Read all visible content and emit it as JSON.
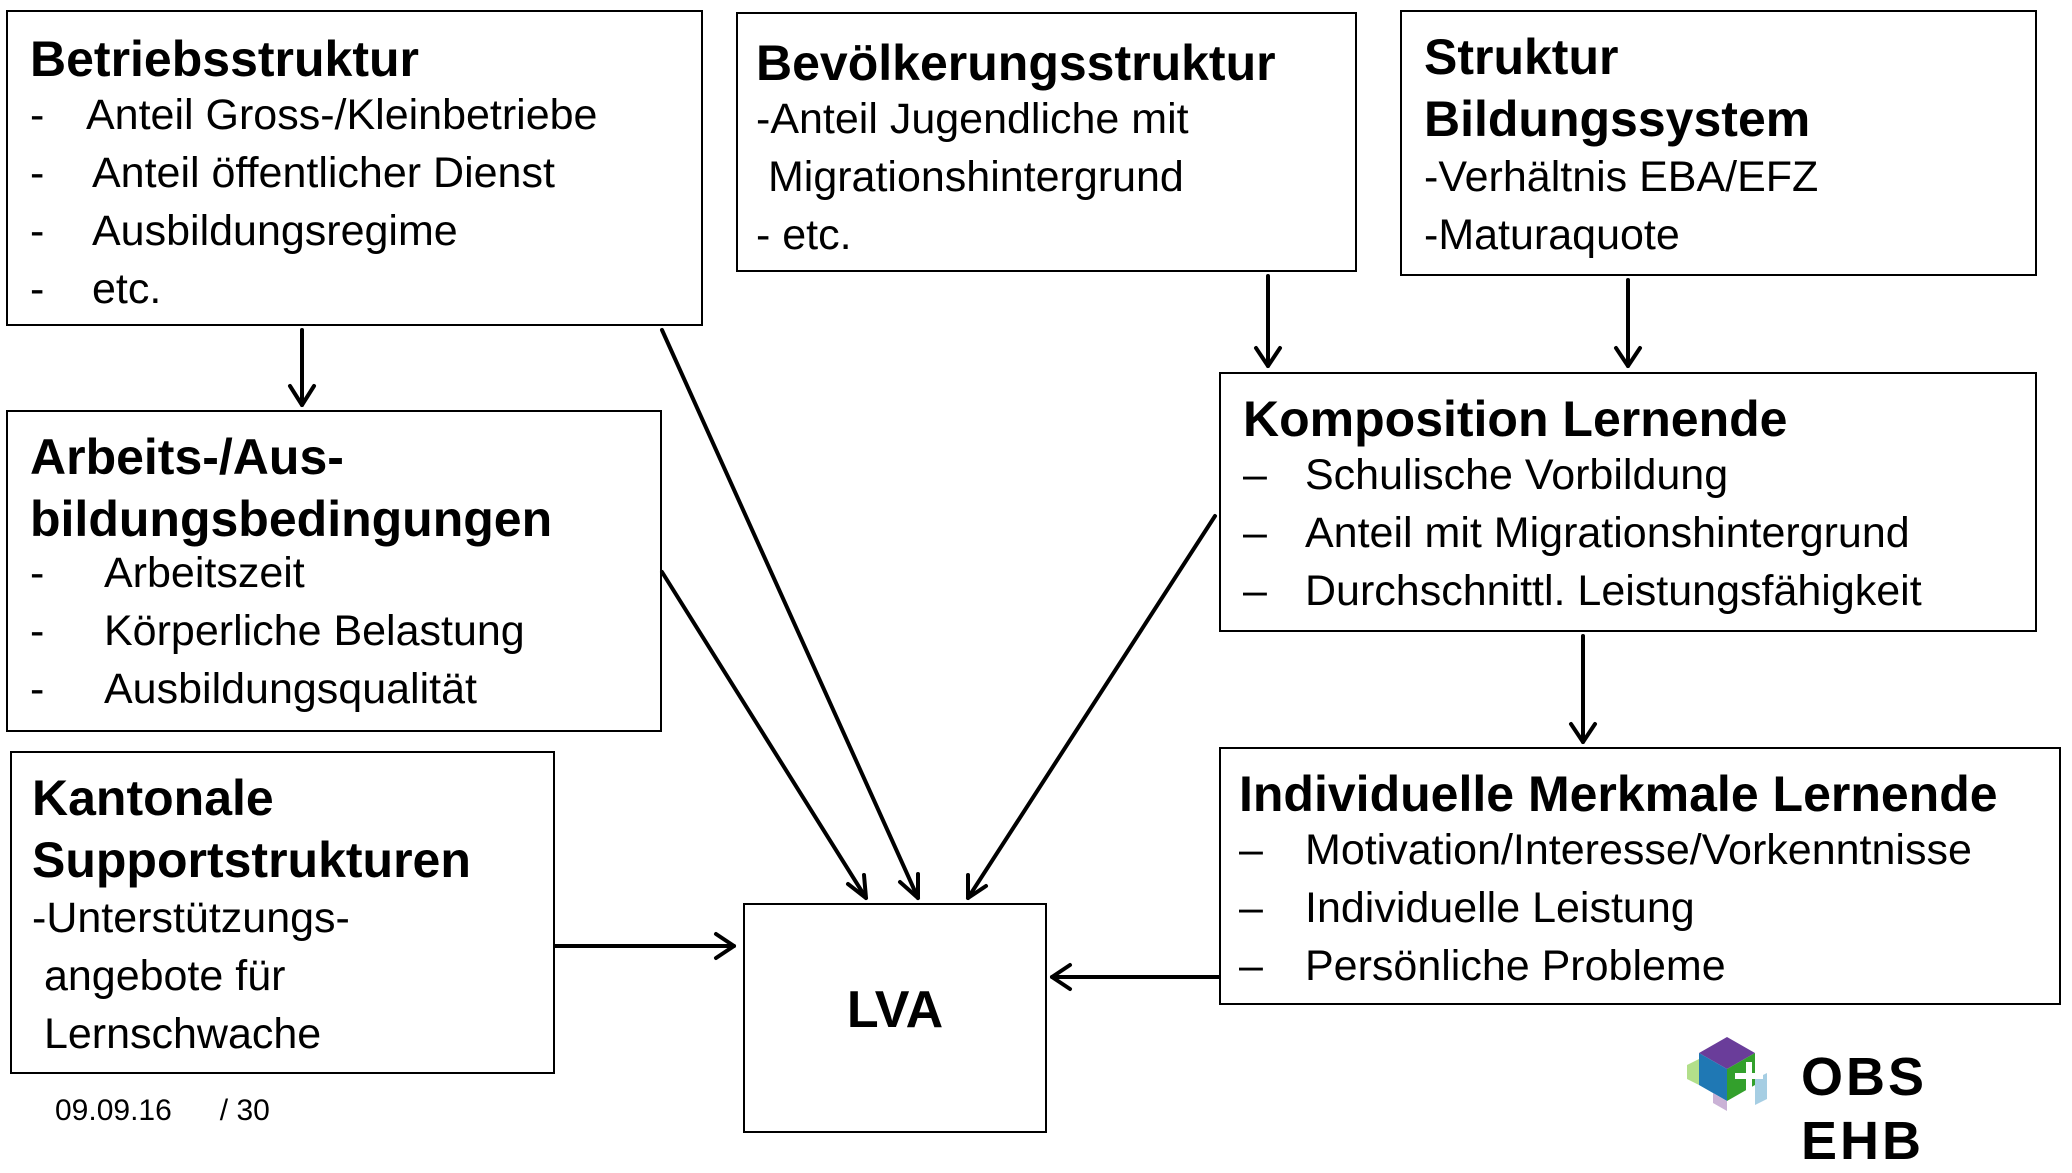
{
  "boxes": {
    "betriebsstruktur": {
      "title": "Betriebsstruktur",
      "items": [
        "Anteil Gross-/Kleinbetriebe",
        "Anteil öffentlicher Dienst",
        "Ausbildungsregime",
        "etc."
      ]
    },
    "bevoelkerungsstruktur": {
      "title": "Bevölkerungsstruktur",
      "lines": [
        "-Anteil Jugendliche mit",
        " Migrationshintergrund",
        "- etc."
      ]
    },
    "struktur_bildungssystem": {
      "title_line1": "Struktur",
      "title_line2": "Bildungssystem",
      "lines": [
        "-Verhältnis EBA/EFZ",
        "-Maturaquote"
      ]
    },
    "arbeits_ausbildungsbedingungen": {
      "title_line1": "Arbeits-/Aus-",
      "title_line2": "bildungsbedingungen",
      "items": [
        "Arbeitszeit",
        "Körperliche Belastung",
        "Ausbildungsqualität"
      ]
    },
    "komposition_lernende": {
      "title": "Komposition Lernende",
      "items": [
        "Schulische Vorbildung",
        "Anteil mit Migrationshintergrund",
        "Durchschnittl. Leistungsfähigkeit"
      ]
    },
    "kantonale_supportstrukturen": {
      "title_line1": "Kantonale",
      "title_line2": "Supportstrukturen",
      "lines": [
        "-Unterstützungs-",
        " angebote für",
        " Lernschwache"
      ]
    },
    "individuelle_merkmale": {
      "title": "Individuelle Merkmale Lernende",
      "items": [
        "Motivation/Interesse/Vorkenntnisse",
        "Individuelle Leistung",
        "Persönliche Probleme"
      ]
    },
    "lva": {
      "label": "LVA"
    }
  },
  "bullet_hyphen": "-",
  "bullet_dash": "–",
  "footer": {
    "date": "09.09.16",
    "page": "/ 30"
  },
  "logo": {
    "text": "OBS EHB",
    "colors": [
      "#6a3d9a",
      "#1f78b4",
      "#33a02c",
      "#b2df8a",
      "#a6cee3",
      "#cab2d6"
    ]
  }
}
